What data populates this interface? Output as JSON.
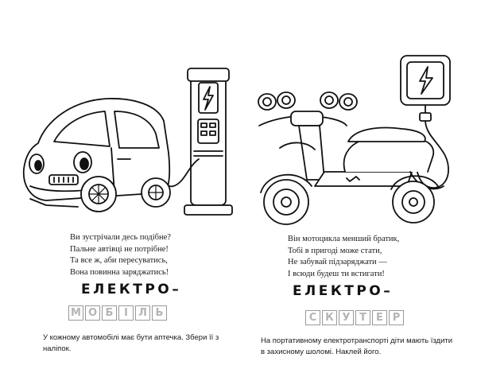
{
  "left_page": {
    "illustration": "electric-car-at-charging-station",
    "charger_icon": "lightning-bolt-icon",
    "poem": [
      "Ви зустрічали десь подібне?",
      "Пальне автівці не потрібне!",
      "Та все ж, аби пересуватись,",
      "Вона повинна заряджатись!"
    ],
    "title": "ЕЛЕКТРО–",
    "word_letters": [
      "М",
      "О",
      "Б",
      "І",
      "Л",
      "Ь"
    ],
    "task": "У кожному автомобілі має бути аптечка. Збери її з наліпок."
  },
  "right_page": {
    "illustration": "electric-scooter-with-charger",
    "charger_icon": "lightning-bolt-icon",
    "poem": [
      "Він мотоцикла менший братик,",
      "Тобі в пригоді може стати,",
      "Не забувай підзаряджати —",
      "І всюди будеш ти встигати!"
    ],
    "title": "ЕЛЕКТРО–",
    "word_letters": [
      "С",
      "К",
      "У",
      "Т",
      "Е",
      "Р"
    ],
    "task": "На портативному електротранспорті діти мають їздити в захисному шоломі. Наклей його."
  }
}
